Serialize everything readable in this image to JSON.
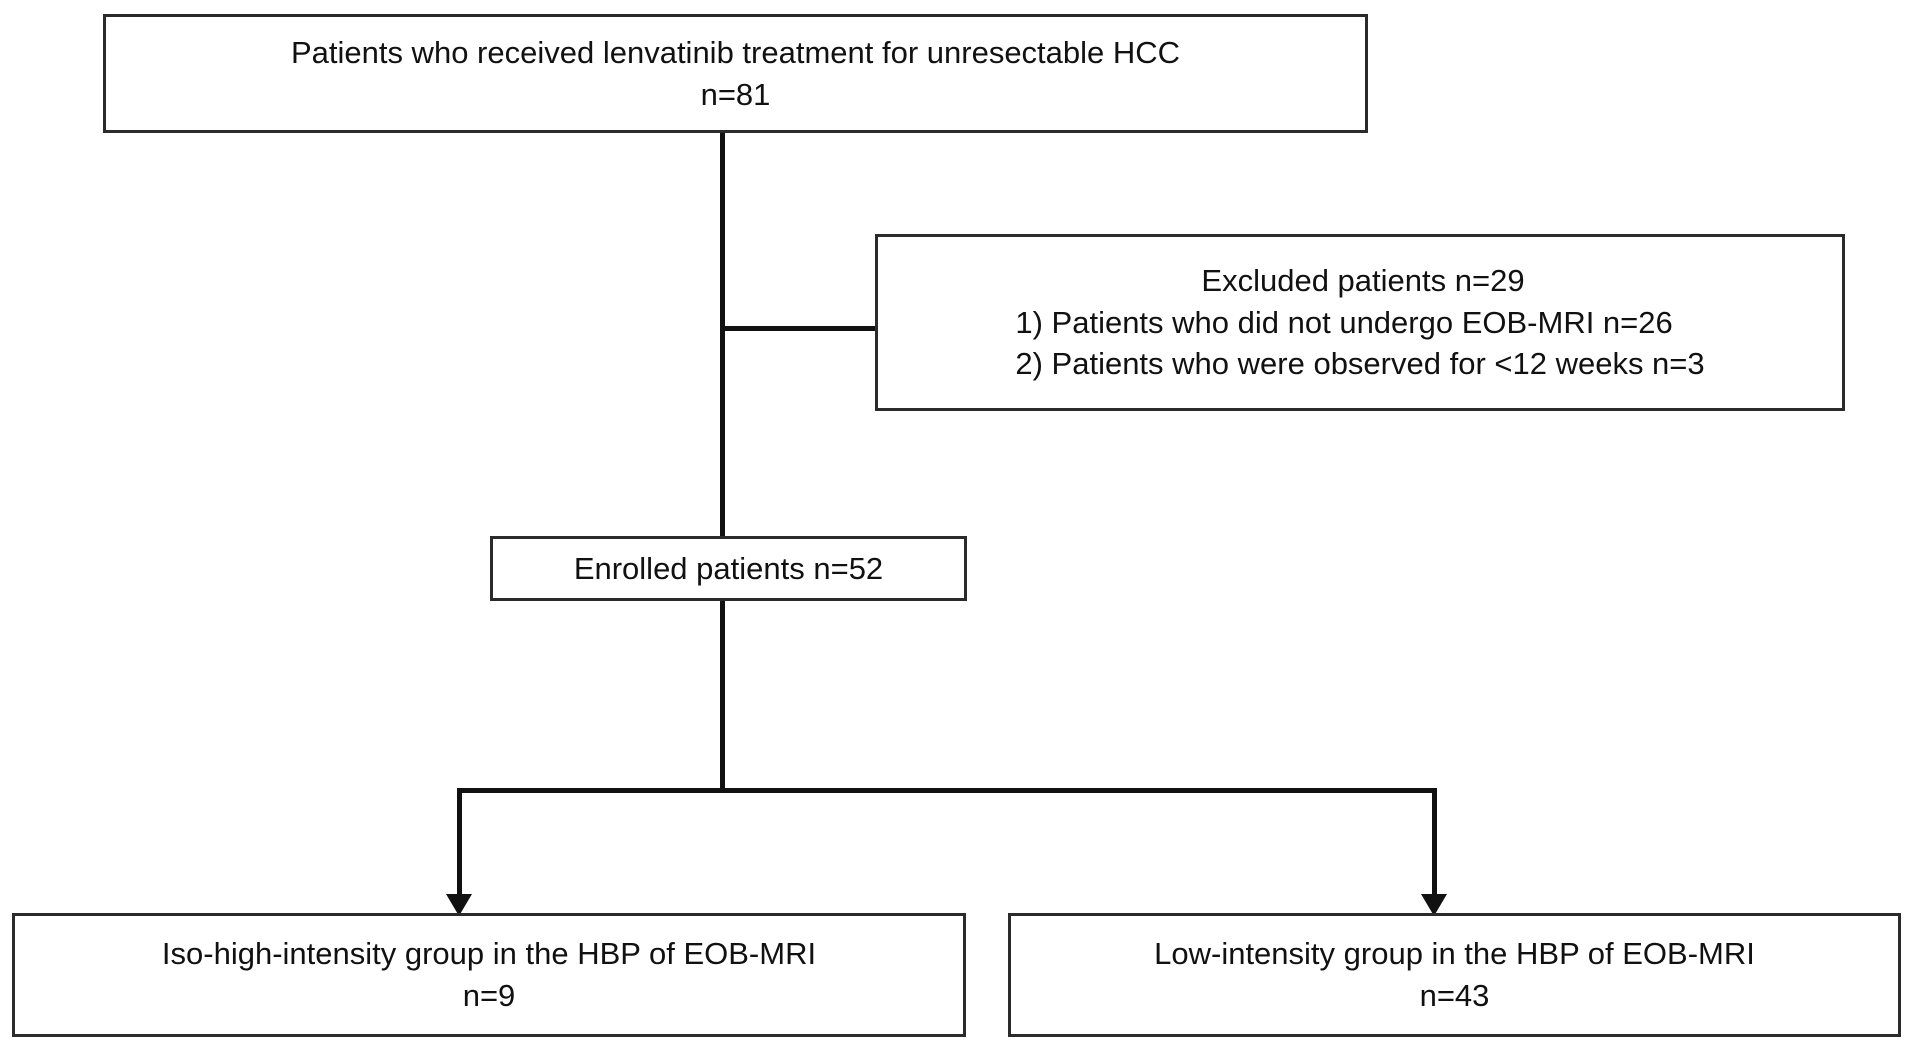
{
  "figure": {
    "type": "patient-flow-diagram",
    "title": "Patient selection flow diagram"
  },
  "nodes": {
    "screened": {
      "id": "screened",
      "label": "Patients who received lenvatinib treatment for unresectable HCC",
      "count_label": "n=81",
      "count": 81
    },
    "excluded": {
      "id": "excluded",
      "title": "Excluded patients n=29",
      "count": 29,
      "reasons": [
        "1) Patients who did not undergo EOB-MRI n=26",
        "2) Patients who were observed for <12 weeks n=3"
      ]
    },
    "enrolled": {
      "id": "enrolled",
      "label": "Enrolled patients n=52",
      "count": 52
    },
    "iso_high": {
      "id": "iso-high-intensity-group",
      "label": "Iso-high-intensity group in the HBP of EOB-MRI",
      "count_label": "n=9",
      "count": 9
    },
    "low": {
      "id": "low-intensity-group",
      "label": "Low-intensity group in the HBP of EOB-MRI",
      "count_label": "n=43",
      "count": 43
    }
  },
  "colors": {
    "background": "#ffffff",
    "border": "#2b2b2b",
    "line": "#111111",
    "text": "#111111"
  }
}
